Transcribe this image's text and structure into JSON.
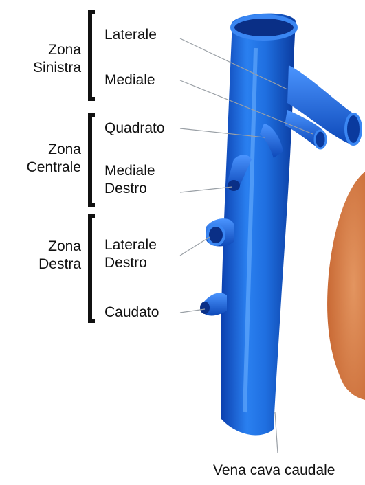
{
  "colors": {
    "vein": "#1f6fe0",
    "vein_dark": "#0b3fae",
    "vein_light": "#5aa2ff",
    "organ": "#d9804a"
  },
  "zones": [
    {
      "label": "Zona\nSinistra",
      "branches": [
        "Laterale",
        "Mediale"
      ]
    },
    {
      "label": "Zona\nCentrale",
      "branches": [
        "Quadrato",
        "Mediale\nDestro"
      ]
    },
    {
      "label": "Zona\nDestra",
      "branches": [
        "Laterale\nDestro",
        "Caudato"
      ]
    }
  ],
  "caption": "Vena cava caudale"
}
